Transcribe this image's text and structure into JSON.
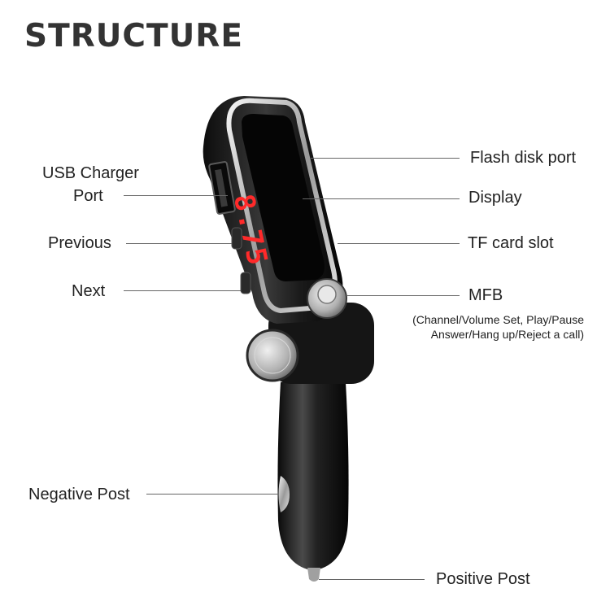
{
  "title": "STRUCTURE",
  "labels": {
    "usb_charger_line1": "USB Charger",
    "usb_charger_line2": "Port",
    "previous": "Previous",
    "next": "Next",
    "negative_post": "Negative Post",
    "flash_disk_port": "Flash disk port",
    "display": "Display",
    "tf_card_slot": "TF card slot",
    "mfb": "MFB",
    "mfb_note_line1": "(Channel/Volume Set, Play/Pause",
    "mfb_note_line2": "Answer/Hang up/Reject a call)",
    "positive_post": "Positive Post"
  },
  "display_reading": "8.75",
  "colors": {
    "body": "#1a1a1a",
    "chrome": "#c8c8c8",
    "digits": "#ff2a2a",
    "leader": "#666666"
  }
}
